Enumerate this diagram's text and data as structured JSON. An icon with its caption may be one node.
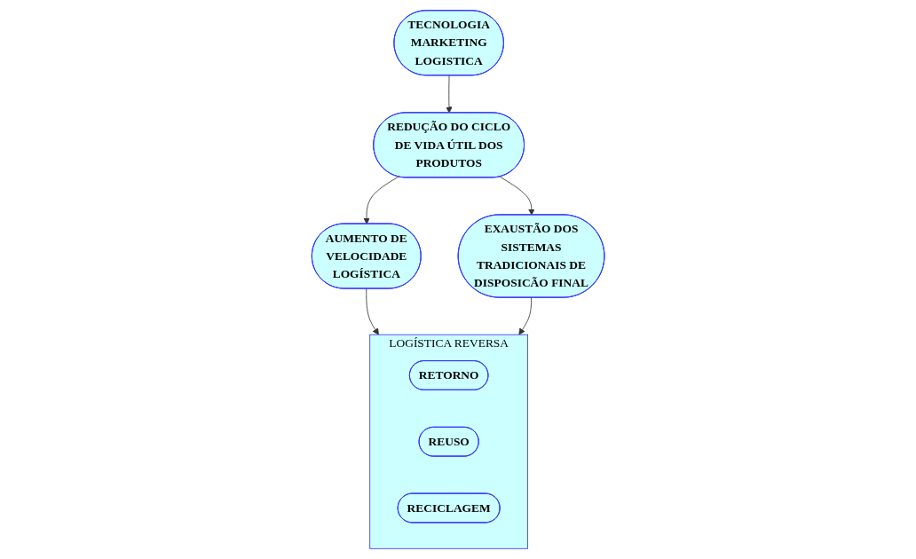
{
  "diagram": {
    "nodes": [
      {
        "text": [
          "TECNOLOGIA MARKETING LOGISTICA"
        ]
      },
      {
        "text": [
          "REDUÇÃO DO CICLO DE VIDA ÚTIL DOS PRODUTOS"
        ]
      },
      {
        "text": [
          "AUMENTO DE VELOCIDADE LOGÍSTICA"
        ]
      },
      {
        "text": [
          "EXAUSTÃO DOS SISTEMAS TRADICIONAIS DE DISPOSICÃO FINAL"
        ]
      },
      {
        "text": [
          "LOGÍSTICA REVERSA"
        ]
      },
      {
        "text": [
          "RETORNO"
        ],
        "in": 4
      },
      {
        "text": [
          "REUSO"
        ],
        "in": 4
      },
      {
        "text": [
          "RECICLAGEM"
        ],
        "in": 4
      }
    ],
    "edges": [
      {
        "from": 0,
        "to": 1,
        "arrow": "to"
      },
      {
        "from": 1,
        "to": 2,
        "arrow": "to"
      },
      {
        "from": 1,
        "to": 3,
        "arrow": "to"
      },
      {
        "from": 2,
        "to": 4,
        "arrow": "to"
      },
      {
        "from": 3,
        "to": 4,
        "arrow": "to"
      }
    ]
  }
}
